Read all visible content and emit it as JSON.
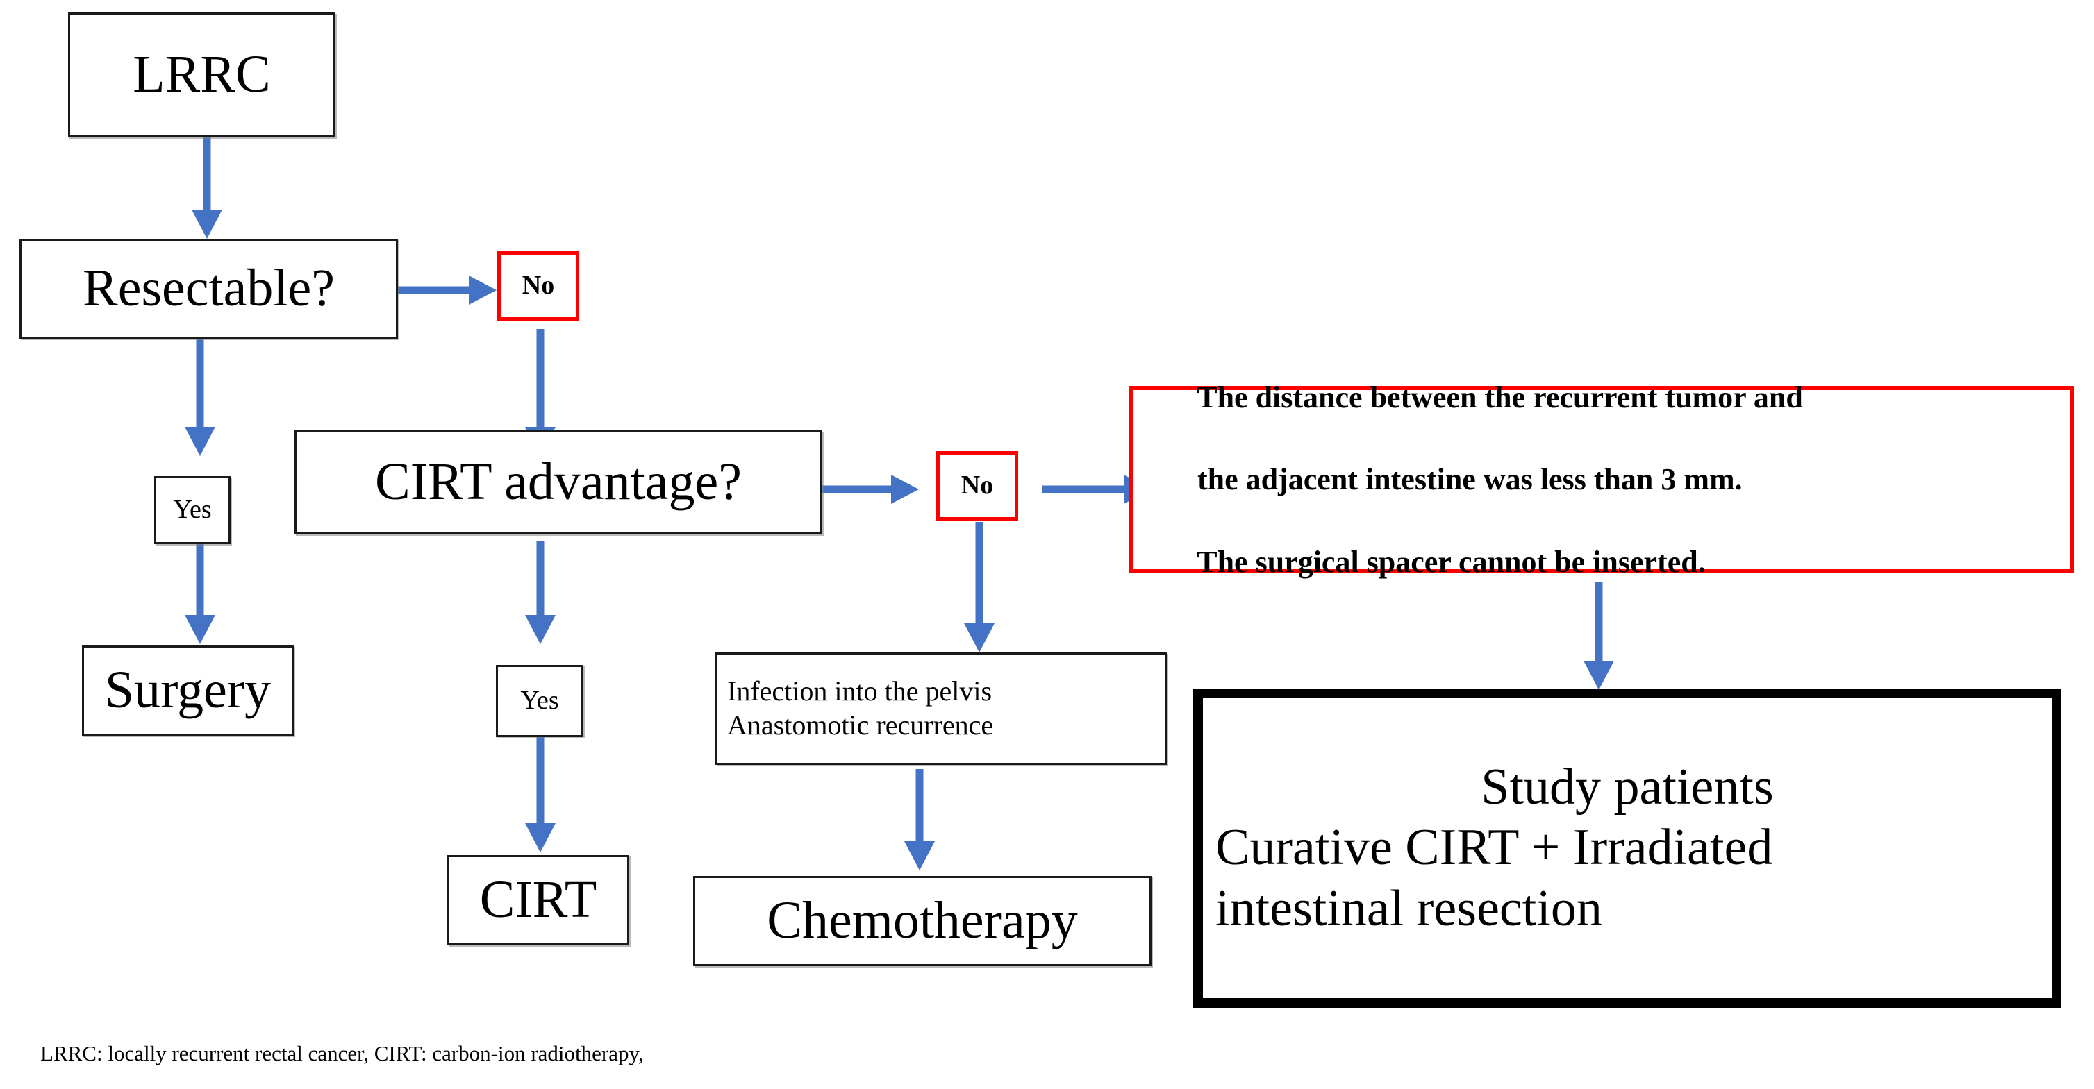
{
  "diagram": {
    "title": "LRRC treatment decision flowchart",
    "accent_arrow_color": "#4472C4",
    "alert_border_color": "#FF0000",
    "default_border_color": "#1A1A1A"
  },
  "nodes": {
    "lrrc": {
      "label": "LRRC"
    },
    "resectable": {
      "label": "Resectable?"
    },
    "no_resectable": {
      "label": "No"
    },
    "yes_resectable": {
      "label": "Yes"
    },
    "surgery": {
      "label": "Surgery"
    },
    "cirt_advantage": {
      "label": "CIRT advantage?"
    },
    "yes_cirt": {
      "label": "Yes"
    },
    "cirt": {
      "label": "CIRT"
    },
    "no_cirt": {
      "label": "No"
    },
    "infection": {
      "line1": "Infection into the pelvis",
      "line2": "Anastomotic recurrence"
    },
    "chemotherapy": {
      "label": "Chemotherapy"
    },
    "distance_alert": {
      "line1": "The distance between the recurrent tumor and",
      "line2": "the adjacent intestine was less than 3 mm.",
      "line3": "The surgical spacer cannot be inserted."
    },
    "study_patients": {
      "line1": "Study patients",
      "line2": "Curative CIRT + Irradiated",
      "line3": "intestinal resection"
    }
  },
  "footnote": {
    "text": "LRRC: locally recurrent rectal cancer, CIRT: carbon-ion radiotherapy,"
  }
}
